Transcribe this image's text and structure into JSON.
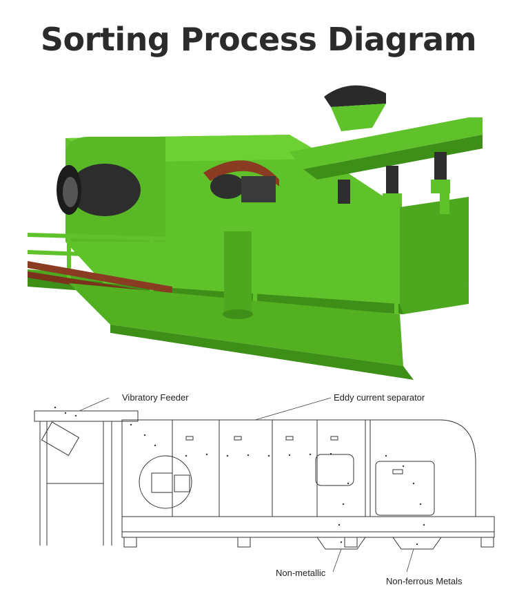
{
  "title": "Sorting Process Diagram",
  "photo": {
    "subject": "green eddy current separator machine",
    "machine_color": "#5fc22a",
    "shadow_color": "#3e8f18",
    "rust_color": "#8a3c22"
  },
  "drawing": {
    "labels": {
      "vibratory_feeder": "Vibratory Feeder",
      "eddy_current_separator": "Eddy current separator",
      "non_metallic": "Non-metallic",
      "non_ferrous_metals": "Non-ferrous Metals"
    }
  }
}
